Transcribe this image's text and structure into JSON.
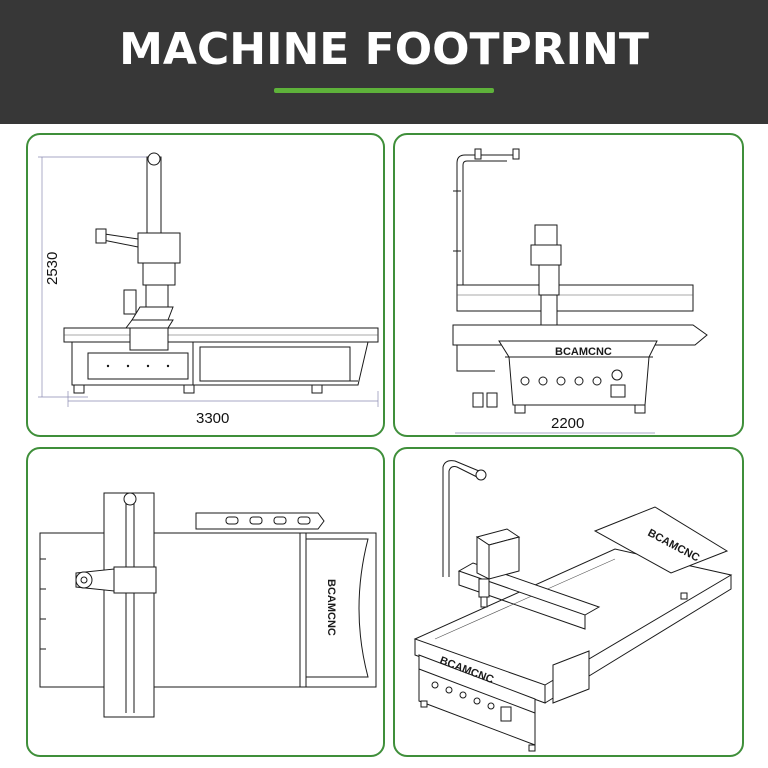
{
  "header": {
    "title": "MACHINE FOOTPRINT",
    "accent_color": "#5eb23a",
    "background_color": "#373737"
  },
  "panel_border_color": "#3f8f3a",
  "views": {
    "front": {
      "height_label": "2530",
      "width_label": "3300"
    },
    "side": {
      "width_label": "2200",
      "brand": "BCAMCNC"
    },
    "top": {
      "brand": "BCAMCNC"
    },
    "iso": {
      "brand": "BCAMCNC"
    }
  }
}
